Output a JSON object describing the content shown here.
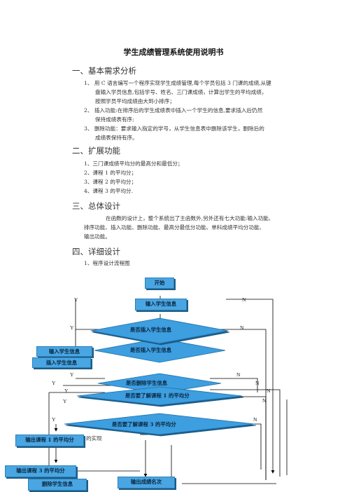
{
  "doc": {
    "title": "学生成绩管理系统使用说明书",
    "sections": [
      {
        "heading": "一、基本需求分析",
        "lines": [
          "1、 用 C 语言编写一个程序实现学生成绩管理,每个学员包括 3 门课的成绩,从键",
          "盘输入学员信息,包括学号、姓名、三门课成绩，计算出学生的平均成绩，",
          "按照学员平均成绩由大到小排序；",
          "2、 插入功能:在排序后的学生成绩表中插入一个学生的信息,要求插入后仍然",
          "保持成绩表有序;",
          "3、 删除功能：要求输入指定的学号，从学生信息表中删除该学生，删除后的",
          "成绩表保持有序。"
        ]
      },
      {
        "heading": "二、扩展功能",
        "lines": [
          "1、三门课成绩平均分的最高分和最低分；",
          "2、课程 1 的平均分；",
          "3、课程 2 的平均分；",
          "4、课程 3 的平均分."
        ]
      },
      {
        "heading": "三、总体设计",
        "lines": [
          "在函数的设计上，整个系统出了主函数外,另外还有七大功能:输入功能、",
          "排序功能、插入功能、删除功能、最高分最低分功能、单科成绩平均分功能、",
          "输出功能。"
        ]
      },
      {
        "heading": "四、详细设计",
        "lines": [
          "1、程序设计流程图"
        ]
      }
    ]
  },
  "flowchart": {
    "nodes": {
      "start": "开始",
      "input_info": "输入学生信息",
      "q_insert": "是否插入学生信息",
      "q_insert_shadow": "是否插入学生信息",
      "q_delete": "是否删除学生信息",
      "q_course1": "是否要了解课程 1 的平均分",
      "q_course3": "是否要了解课程 3 的平均分",
      "left_input": "输入学生信息",
      "left_insert": "插入学生信息",
      "out_course1": "输出课程 1 的平均分",
      "out_course3": "输出课程 3 的平均分",
      "delete_info": "删除学生信息",
      "output_rank": "输出成绩名次"
    },
    "fragment": "的实现",
    "labels": {
      "yes": "Y",
      "no": "N"
    }
  },
  "colors": {
    "box": "#4aa6e3",
    "box_border": "#2a7fb5",
    "diamond": "#3d9ee0",
    "line": "#000000"
  }
}
